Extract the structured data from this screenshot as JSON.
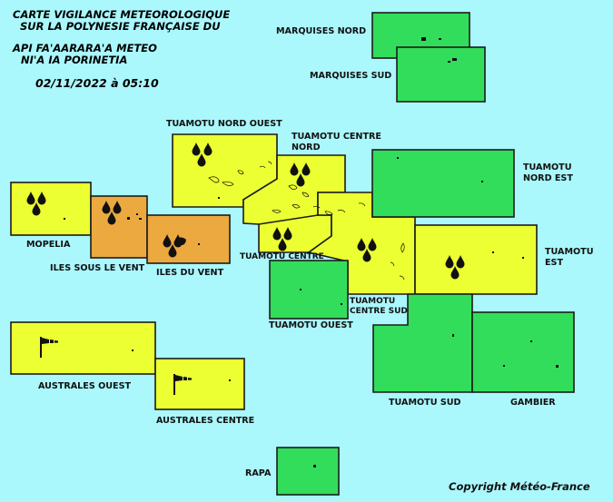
{
  "header": {
    "line1": "CARTE VIGILANCE METEOROLOGIQUE",
    "line2": "SUR LA POLYNESIE FRANÇAISE DU",
    "line3": "API FA'AARARA'A METEO",
    "line4": "NI'A IA PORINETIA",
    "datetime": "02/11/2022 à 05:10"
  },
  "copyright": "Copyright Météo-France",
  "colors": {
    "background": "#aaf7fc",
    "green": "#32dd5c",
    "yellow": "#ebff32",
    "orange": "#eba940",
    "border": "#1b1b1b"
  },
  "zones": [
    {
      "id": "marquises-nord",
      "name": "MARQUISES NORD",
      "level": "green",
      "icon": "none"
    },
    {
      "id": "marquises-sud",
      "name": "MARQUISES SUD",
      "level": "green",
      "icon": "none"
    },
    {
      "id": "tuamotu-nord-ouest",
      "name": "TUAMOTU NORD OUEST",
      "level": "yellow",
      "icon": "rain-drops-icon"
    },
    {
      "id": "tuamotu-centre-nord",
      "name": "TUAMOTU CENTRE NORD",
      "level": "yellow",
      "icon": "rain-drops-icon"
    },
    {
      "id": "tuamotu-nord-est",
      "name": "TUAMOTU NORD EST",
      "level": "green",
      "icon": "none"
    },
    {
      "id": "mopelia",
      "name": "MOPELIA",
      "level": "yellow",
      "icon": "rain-drops-icon"
    },
    {
      "id": "iles-sous-le-vent",
      "name": "ILES SOUS LE VENT",
      "level": "orange",
      "icon": "rain-drops-icon"
    },
    {
      "id": "iles-du-vent",
      "name": "ILES DU VENT",
      "level": "orange",
      "icon": "rain-drops-icon"
    },
    {
      "id": "tuamotu-centre",
      "name": "TUAMOTU CENTRE",
      "level": "yellow",
      "icon": "rain-drops-icon"
    },
    {
      "id": "tuamotu-centre-sud",
      "name": "TUAMOTU CENTRE SUD",
      "level": "yellow",
      "icon": "rain-drops-icon"
    },
    {
      "id": "tuamotu-est",
      "name": "TUAMOTU EST",
      "level": "yellow",
      "icon": "rain-drops-icon"
    },
    {
      "id": "tuamotu-ouest",
      "name": "TUAMOTU OUEST",
      "level": "green",
      "icon": "none"
    },
    {
      "id": "tuamotu-sud",
      "name": "TUAMOTU SUD",
      "level": "green",
      "icon": "none"
    },
    {
      "id": "gambier",
      "name": "GAMBIER",
      "level": "green",
      "icon": "none"
    },
    {
      "id": "australes-ouest",
      "name": "AUSTRALES OUEST",
      "level": "yellow",
      "icon": "wind-sock-icon"
    },
    {
      "id": "australes-centre",
      "name": "AUSTRALES CENTRE",
      "level": "yellow",
      "icon": "wind-sock-icon"
    },
    {
      "id": "rapa",
      "name": "RAPA",
      "level": "green",
      "icon": "none"
    }
  ],
  "labels": {
    "tuamotu_centre_nord_l1": "TUAMOTU CENTRE",
    "tuamotu_centre_nord_l2": "NORD",
    "tuamotu_nord_est_l1": "TUAMOTU",
    "tuamotu_nord_est_l2": "NORD EST",
    "tuamotu_est_l1": "TUAMOTU",
    "tuamotu_est_l2": "EST",
    "tuamotu_centre_sud_l1": "TUAMOTU",
    "tuamotu_centre_sud_l2": "CENTRE SUD"
  }
}
